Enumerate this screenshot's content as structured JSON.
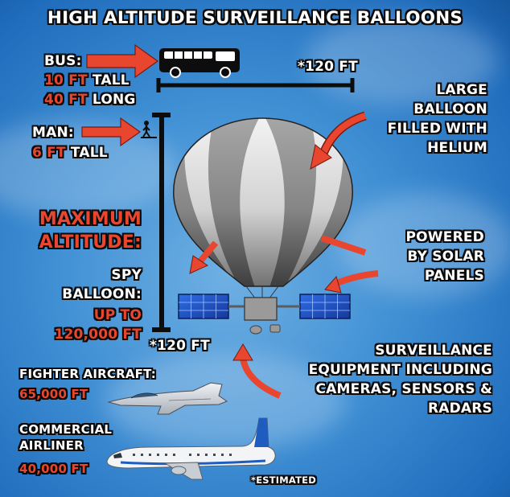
{
  "title": "HIGH ALTITUDE SURVEILLANCE BALLOONS",
  "bus": {
    "label": "BUS:",
    "height_value": "10 FT",
    "height_word": "TALL",
    "length_value": "40 FT",
    "length_word": "LONG"
  },
  "man": {
    "label": "MAN:",
    "height_value": "6 FT",
    "height_word": "TALL"
  },
  "balloon_width_label": "*120 FT",
  "balloon_height_label": "*120 FT",
  "max_altitude": {
    "heading_line1": "MAXIMUM",
    "heading_line2": "ALTITUDE:",
    "sub_line1": "SPY",
    "sub_line2": "BALLOON:",
    "value_line1": "UP TO",
    "value_line2": "120,000 FT"
  },
  "fighter": {
    "label": "FIGHTER AIRCRAFT:",
    "value": "65,000 FT"
  },
  "commercial": {
    "label_line1": "COMMERCIAL",
    "label_line2": "AIRLINER",
    "value": "40,000 FT"
  },
  "callouts": {
    "balloon": [
      "LARGE",
      "BALLOON",
      "FILLED WITH",
      "HELIUM"
    ],
    "solar": [
      "POWERED",
      "BY SOLAR",
      "PANELS"
    ],
    "equipment": [
      "SURVEILLANCE",
      "EQUIPMENT INCLUDING",
      "CAMERAS, SENSORS &",
      "RADARS"
    ]
  },
  "footnote": "*ESTIMATED",
  "colors": {
    "sky": "#3f8fd4",
    "accent_red": "#e8462f",
    "text_outline": "#0a0a0a",
    "panel_blue": "#1f4fc8"
  },
  "icons": [
    "bus-icon",
    "man-icon",
    "balloon-icon",
    "solar-panel-icon",
    "fighter-jet-icon",
    "airliner-icon",
    "arrow-icon"
  ]
}
